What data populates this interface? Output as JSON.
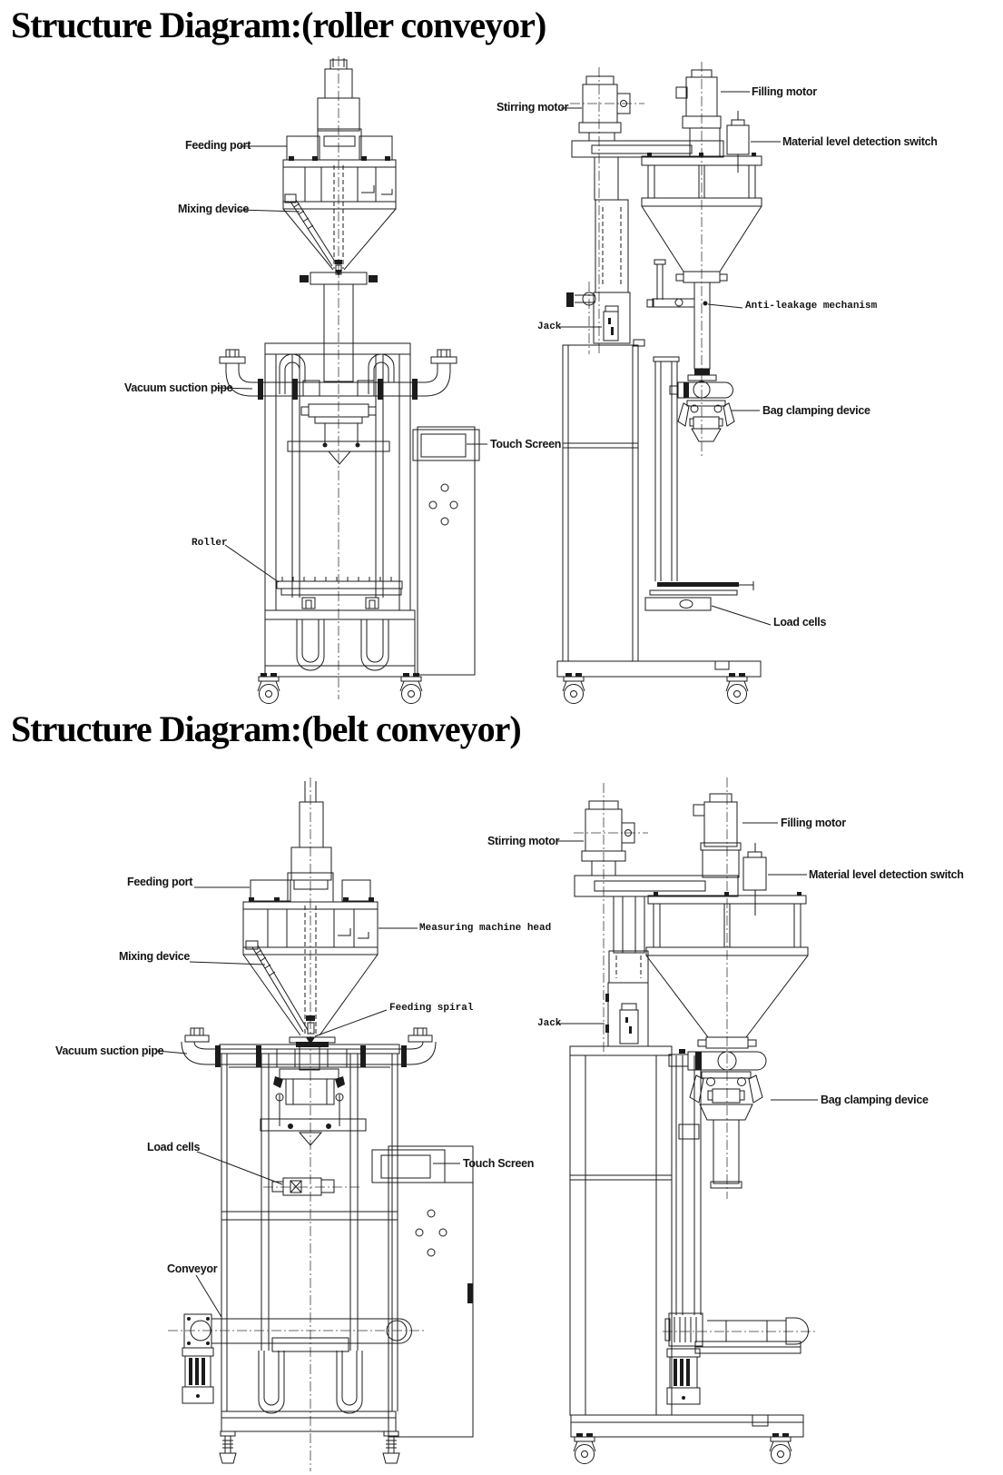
{
  "sections": {
    "roller": {
      "title": "Structure Diagram:(roller conveyor)",
      "front_labels": {
        "feeding_port": "Feeding port",
        "mixing_device": "Mixing device",
        "vacuum_suction_pipe": "Vacuum suction pipe",
        "touch_screen": "Touch Screen",
        "roller": "Roller"
      },
      "side_labels": {
        "stirring_motor": "Stirring motor",
        "filling_motor": "Filling motor",
        "material_level_switch": "Material level detection switch",
        "anti_leakage": "Anti-leakage mechanism",
        "jack": "Jack",
        "bag_clamping": "Bag clamping device",
        "load_cells": "Load cells"
      }
    },
    "belt": {
      "title": "Structure Diagram:(belt conveyor)",
      "front_labels": {
        "feeding_port": "Feeding port",
        "mixing_device": "Mixing device",
        "measuring_head": "Measuring machine head",
        "feeding_spiral": "Feeding spiral",
        "vacuum_suction_pipe": "Vacuum suction pipe",
        "load_cells": "Load cells",
        "conveyor": "Conveyor",
        "touch_screen": "Touch Screen"
      },
      "side_labels": {
        "stirring_motor": "Stirring motor",
        "filling_motor": "Filling motor",
        "material_level_switch": "Material level detection switch",
        "jack": "Jack",
        "bag_clamping": "Bag clamping device"
      }
    }
  },
  "colors": {
    "ink": "#1b1b1b",
    "paper": "#ffffff"
  }
}
